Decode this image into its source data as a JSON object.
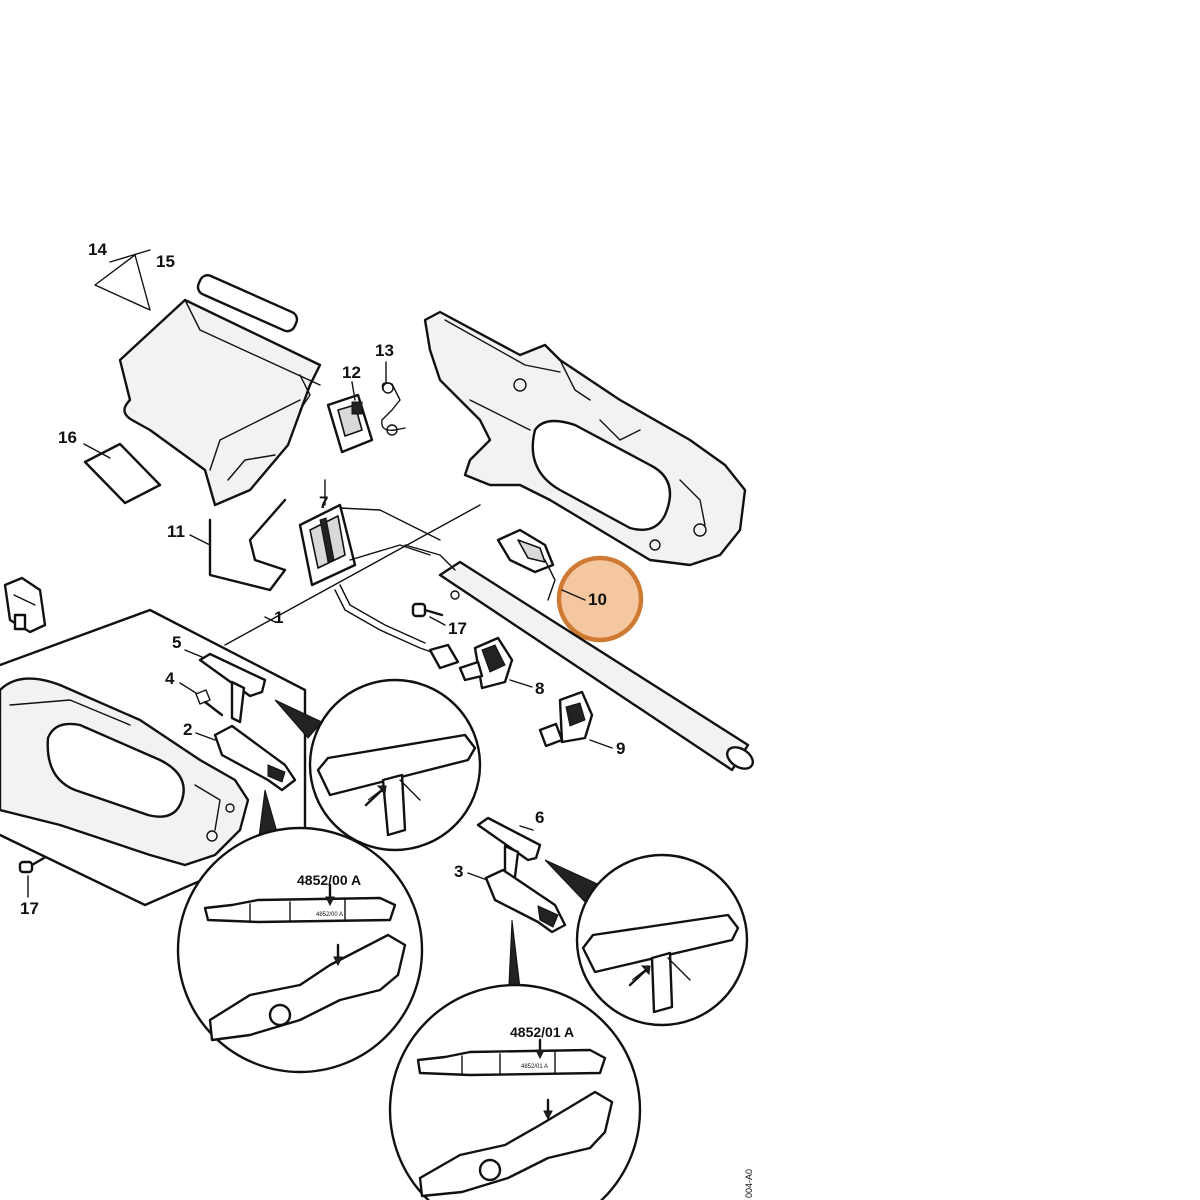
{
  "callouts": {
    "n1": "1",
    "n2": "2",
    "n3": "3",
    "n4": "4",
    "n5": "5",
    "n6": "6",
    "n7": "7",
    "n8": "8",
    "n9": "9",
    "n10": "10",
    "n11": "11",
    "n12": "12",
    "n13": "13",
    "n14": "14",
    "n15": "15",
    "n16": "16",
    "n17a": "17",
    "n17b": "17"
  },
  "codes": {
    "detail_a": "4852/00 A",
    "detail_a_small": "4852/00 A",
    "detail_b": "4852/01 A",
    "detail_b_small": "4852/01 A"
  },
  "figure_id": "004-A0",
  "highlight": {
    "callout": "10",
    "fill": "#f5c7a0",
    "stroke": "#cf7a33"
  }
}
